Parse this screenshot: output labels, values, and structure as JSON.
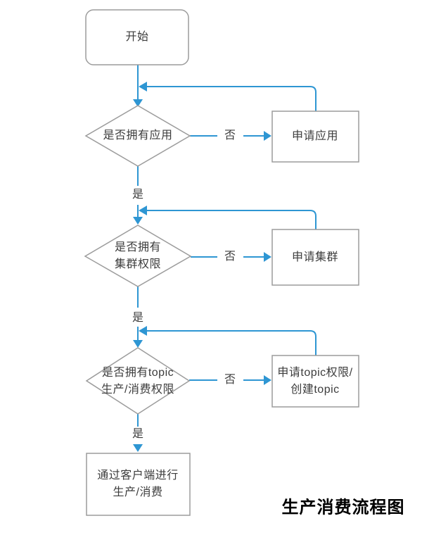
{
  "title": "生产消费流程图",
  "colors": {
    "connector": "#2E96D3",
    "shape_border": "#9C9C9C",
    "text": "#3C3C3C",
    "title_text": "#000000"
  },
  "nodes": {
    "start": {
      "type": "terminator",
      "label": "开始"
    },
    "check_app": {
      "type": "decision",
      "label": "是否拥有应用"
    },
    "apply_app": {
      "type": "process",
      "label": "申请应用"
    },
    "check_cluster": {
      "type": "decision",
      "label": "是否拥有\n集群权限"
    },
    "apply_cluster": {
      "type": "process",
      "label": "申请集群"
    },
    "check_topic": {
      "type": "decision",
      "label": "是否拥有topic\n生产/消费权限"
    },
    "apply_topic": {
      "type": "process",
      "label": "申请topic权限/\n创建topic"
    },
    "produce_consume": {
      "type": "process",
      "label": "通过客户端进行\n生产/消费"
    }
  },
  "edge_labels": {
    "no1": "否",
    "yes1": "是",
    "no2": "否",
    "yes2": "是",
    "no3": "否",
    "yes3": "是"
  }
}
